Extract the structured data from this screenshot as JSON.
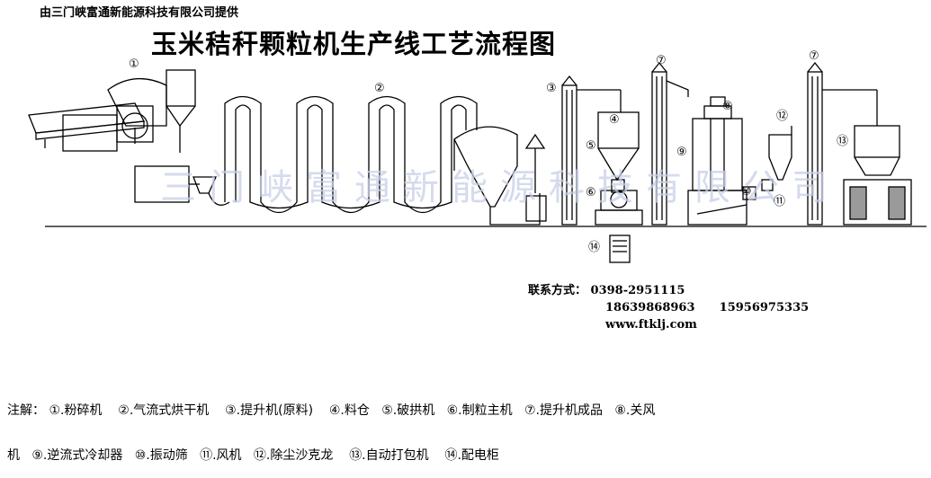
{
  "provider": "由三门峡富通新能源科技有限公司提供",
  "title": "玉米秸秆颗粒机生产线工艺流程图",
  "watermark": "三门峡富通新能源科技有限公司",
  "callouts": [
    "①",
    "②",
    "③",
    "④",
    "⑤",
    "⑥",
    "⑦",
    "⑦",
    "⑧",
    "⑨",
    "⑩",
    "⑪",
    "⑫",
    "⑬",
    "⑭"
  ],
  "contact": {
    "label": "联系方式：",
    "phone": "0398-2951115",
    "mobile1": "18639868963",
    "mobile2": "15956975335",
    "website": "www.ftklj.com"
  },
  "notes": {
    "prefix": "注解：",
    "items": [
      "①.粉碎机",
      "②.气流式烘干机",
      "③.提升机(原料)",
      "④.料仓",
      "⑤.破拱机",
      "⑥.制粒主机",
      "⑦.提升机成品",
      "⑧.关风",
      "机",
      "⑨.逆流式冷却器",
      "⑩.振动筛",
      "⑪.风机",
      "⑫.除尘沙克龙",
      "⑬.自动打包机",
      "⑭.配电柜"
    ]
  }
}
